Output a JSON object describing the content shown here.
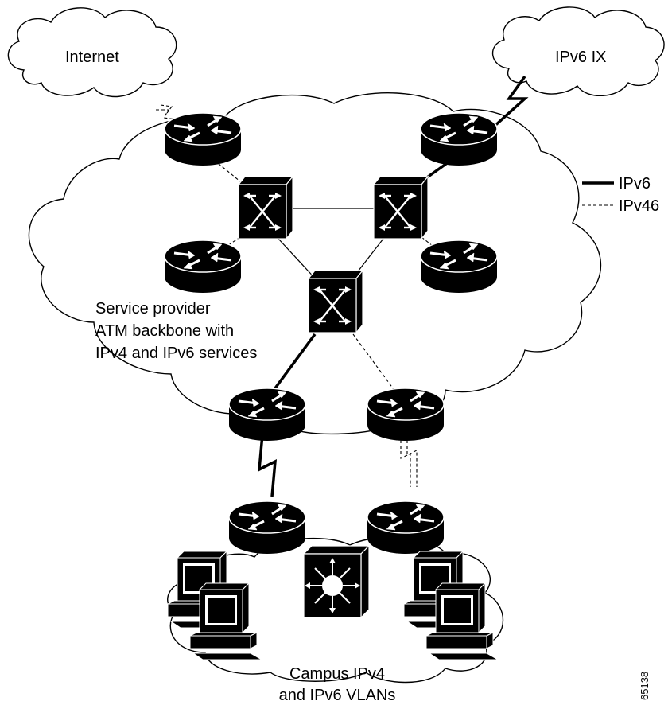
{
  "clouds": {
    "internet": "Internet",
    "ipv6_ix": "IPv6 IX"
  },
  "backbone_label": [
    "Service provider",
    "ATM backbone with",
    "IPv4 and IPv6 services"
  ],
  "campus_label": [
    "Campus IPv4",
    "and IPv6 VLANs"
  ],
  "legend": {
    "ipv6": "IPv6",
    "ipv46": "IPv46"
  },
  "figure_id": "65138",
  "icons": [
    "router-icon",
    "atm-switch-icon",
    "layer3-switch-icon",
    "workstation-icon",
    "cloud-icon"
  ],
  "colors": {
    "ink": "#000000",
    "background": "#ffffff"
  }
}
